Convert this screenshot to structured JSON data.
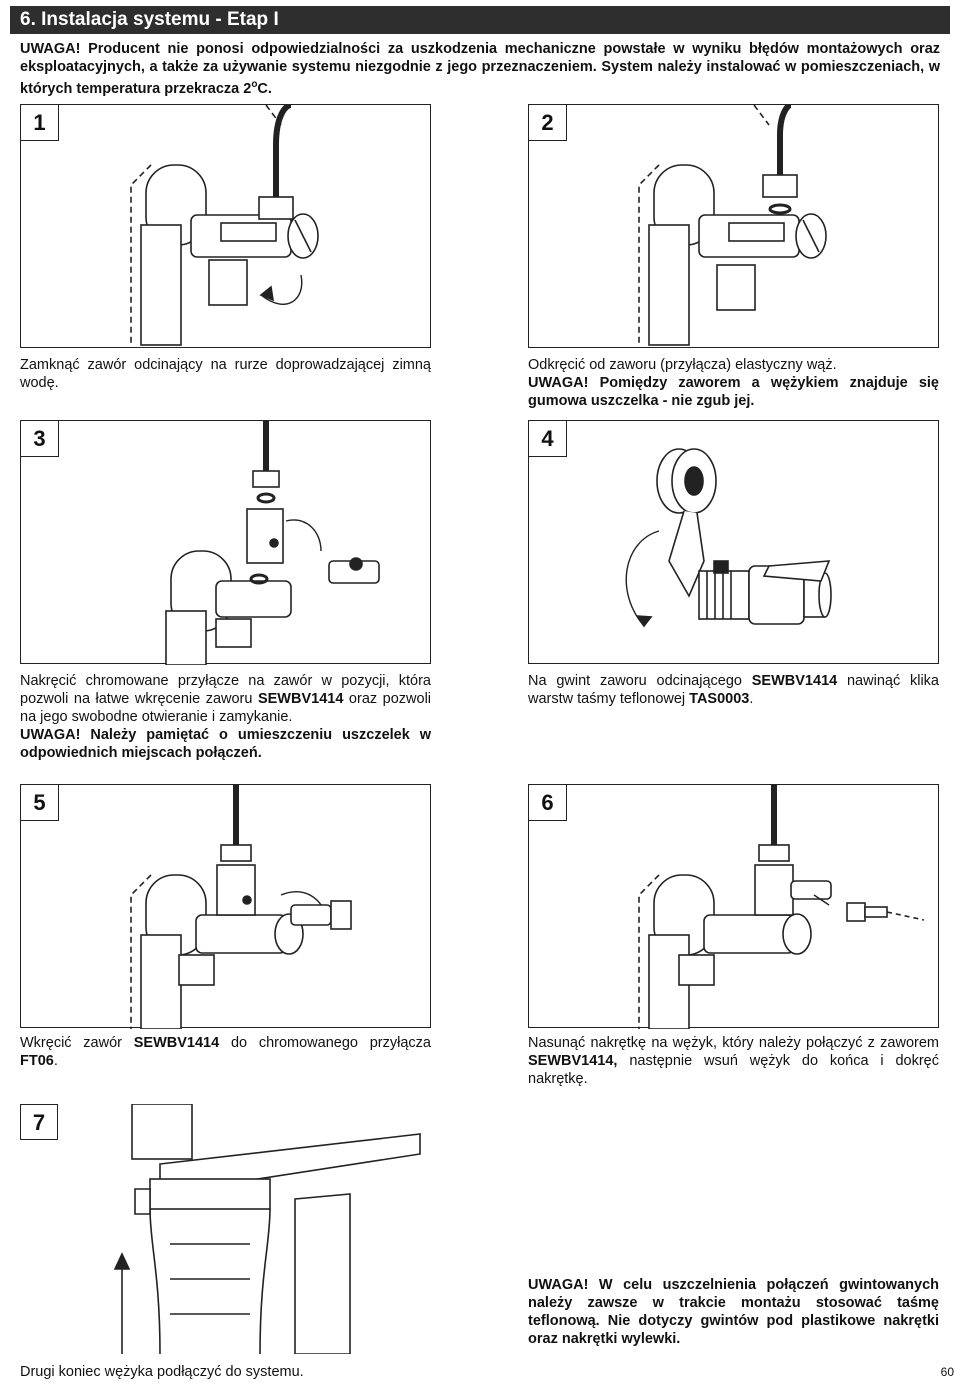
{
  "header": {
    "title": "6. Instalacja systemu - Etap I"
  },
  "warning": {
    "label": "UWAGA!",
    "text": "Producent nie ponosi odpowiedzialności za uszkodzenia mechaniczne powstałe w wyniku błędów montażowych oraz eksploatacyjnych, a także za używanie systemu niezgodnie z jego przeznaczeniem. System należy instalować w pomieszczeniach, w których temperatura przekracza 2",
    "deg": "o",
    "unit": "C."
  },
  "steps": [
    {
      "num": "1",
      "caption": "Zamknąć zawór odcinający na rurze doprowadzającej zimną wodę."
    },
    {
      "num": "2",
      "caption": "Odkręcić od zaworu (przyłącza) elastyczny wąż.",
      "warn_label": "UWAGA!",
      "warn_text": "Pomiędzy zaworem a wężykiem znajduje się gumowa uszczelka - nie zgub jej."
    },
    {
      "num": "3",
      "caption_a": "Nakręcić chromowane przyłącze na zawór w pozycji, która pozwoli na łatwe wkręcenie zaworu ",
      "code": "SEWBV1414",
      "caption_b": " oraz pozwoli na jego swobodne otwieranie i zamykanie.",
      "warn_label": "UWAGA!",
      "warn_text": "Należy pamiętać o umieszczeniu uszczelek w odpowiednich miejscach połączeń."
    },
    {
      "num": "4",
      "caption_a": "Na gwint zaworu odcinającego ",
      "code": "SEWBV1414",
      "caption_b": " nawinąć klika warstw taśmy teflonowej ",
      "code2": "TAS0003",
      "caption_c": "."
    },
    {
      "num": "5",
      "caption_a": "Wkręcić zawór ",
      "code": "SEWBV1414",
      "caption_b": " do chromowanego przyłącza ",
      "code2": "FT06",
      "caption_c": "."
    },
    {
      "num": "6",
      "caption_a": "Nasunąć nakrętkę na wężyk, który należy połączyć z zaworem ",
      "code": "SEWBV1414,",
      "caption_b": " następnie wsuń wężyk do końca i dokręć nakrętkę."
    },
    {
      "num": "7",
      "caption": "Drugi koniec wężyka podłączyć do systemu."
    }
  ],
  "final_warning": {
    "text": "UWAGA! W celu uszczelnienia połączeń gwintowanych należy zawsze w trakcie montażu stosować taśmę teflonową. Nie dotyczy gwintów pod plastikowe nakrętki oraz nakrętki wylewki."
  },
  "page_number": "60"
}
